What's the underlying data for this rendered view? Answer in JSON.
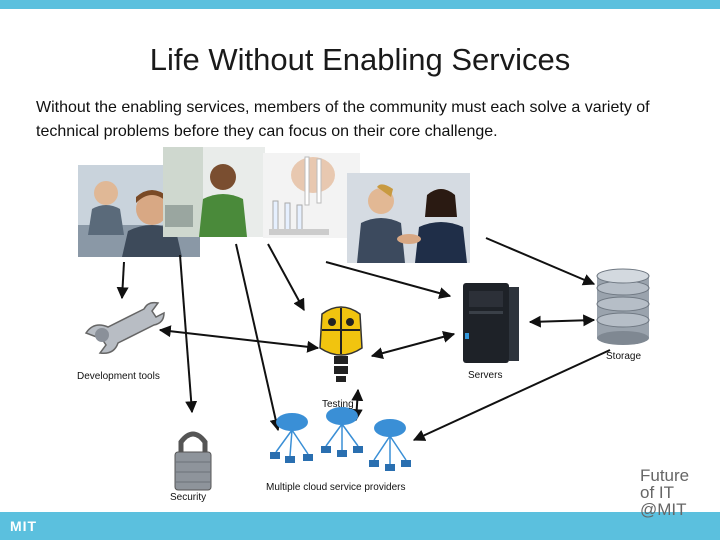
{
  "slide": {
    "title": "Life Without Enabling Services",
    "body": "Without the enabling services, members of the community must each solve a variety of technical problems before they can focus on their core challenge."
  },
  "labels": {
    "storage": "Storage",
    "servers": "Servers",
    "development_tools": "Development tools",
    "testing": "Testing",
    "security": "Security",
    "cloud": "Multiple cloud service providers"
  },
  "branding": {
    "mit_logo": "MIT",
    "future_line1": "Future",
    "future_line2": "of IT",
    "future_line3": "@MIT"
  },
  "colors": {
    "accent_bar": "#5bc0de"
  }
}
